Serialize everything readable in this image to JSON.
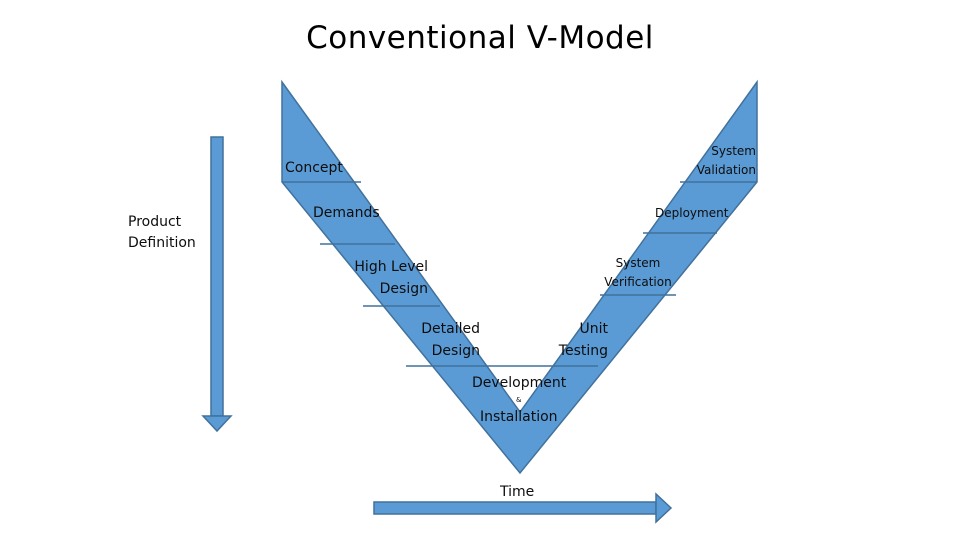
{
  "title": "Conventional V-Model",
  "left_axis_label": "Product Definition",
  "bottom_axis_label": "Time",
  "left_arm": {
    "concept": "Concept",
    "demands": "Demands",
    "high_level_design": [
      "High Level",
      "Design"
    ],
    "detailed_design": [
      "Detailed",
      "Design"
    ]
  },
  "right_arm": {
    "system_validation": [
      "System",
      "Validation"
    ],
    "deployment": "Deployment",
    "system_verification": [
      "System",
      "Verification"
    ],
    "unit_testing": [
      "Unit",
      "Testing"
    ]
  },
  "bottom": {
    "development": "Development",
    "ampersand": "&",
    "installation": "Installation"
  },
  "colors": {
    "fill": "#5b9bd5",
    "stroke": "#41719c",
    "text": "#0d0d0d"
  }
}
